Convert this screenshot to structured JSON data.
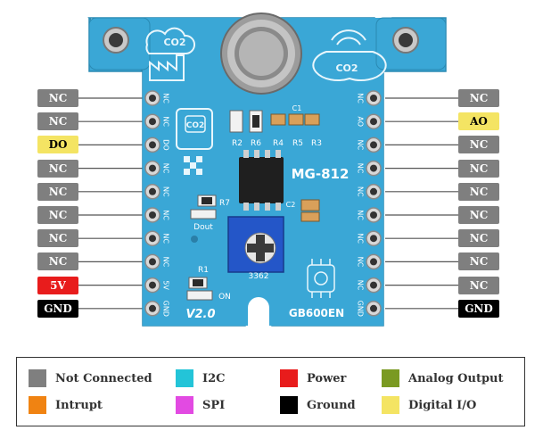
{
  "left_pins": [
    {
      "label": "NC",
      "pad": "NC",
      "type": "nc"
    },
    {
      "label": "NC",
      "pad": "NC",
      "type": "nc"
    },
    {
      "label": "DO",
      "pad": "DO",
      "type": "do"
    },
    {
      "label": "NC",
      "pad": "NC",
      "type": "nc"
    },
    {
      "label": "NC",
      "pad": "NC",
      "type": "nc"
    },
    {
      "label": "NC",
      "pad": "NC",
      "type": "nc"
    },
    {
      "label": "NC",
      "pad": "NC",
      "type": "nc"
    },
    {
      "label": "NC",
      "pad": "NC",
      "type": "nc"
    },
    {
      "label": "5V",
      "pad": "5V",
      "type": "5v"
    },
    {
      "label": "GND",
      "pad": "GND",
      "type": "gnd"
    }
  ],
  "right_pins": [
    {
      "label": "NC",
      "pad": "NC",
      "type": "nc"
    },
    {
      "label": "AO",
      "pad": "AO",
      "type": "ao"
    },
    {
      "label": "NC",
      "pad": "NC",
      "type": "nc"
    },
    {
      "label": "NC",
      "pad": "NC",
      "type": "nc"
    },
    {
      "label": "NC",
      "pad": "NC",
      "type": "nc"
    },
    {
      "label": "NC",
      "pad": "NC",
      "type": "nc"
    },
    {
      "label": "NC",
      "pad": "NC",
      "type": "nc"
    },
    {
      "label": "NC",
      "pad": "NC",
      "type": "nc"
    },
    {
      "label": "NC",
      "pad": "NC",
      "type": "nc"
    },
    {
      "label": "GND",
      "pad": "GND",
      "type": "gnd"
    }
  ],
  "board": {
    "chip_label": "MG-812",
    "model": "GB600EN",
    "version": "V2.0",
    "co2_left": "CO2",
    "co2_right": "CO2",
    "co2_chip": "CO2",
    "resistors": [
      "R2",
      "R6",
      "R4",
      "R5",
      "R3"
    ],
    "r7": "R7",
    "dout": "Dout",
    "r1": "R1",
    "on": "ON",
    "pot_label": "3362",
    "c1": "C1",
    "c2": "C2"
  },
  "legend": [
    {
      "label": "Not Connected",
      "color": "#7f7f7f"
    },
    {
      "label": "I2C",
      "color": "#23c4d8"
    },
    {
      "label": "Power",
      "color": "#e81c1c"
    },
    {
      "label": "Analog Output",
      "color": "#7a9a22"
    },
    {
      "label": "Intrupt",
      "color": "#f08312"
    },
    {
      "label": "SPI",
      "color": "#e24ae2"
    },
    {
      "label": "Ground",
      "color": "#000000"
    },
    {
      "label": "Digital I/O",
      "color": "#f4e463"
    }
  ]
}
